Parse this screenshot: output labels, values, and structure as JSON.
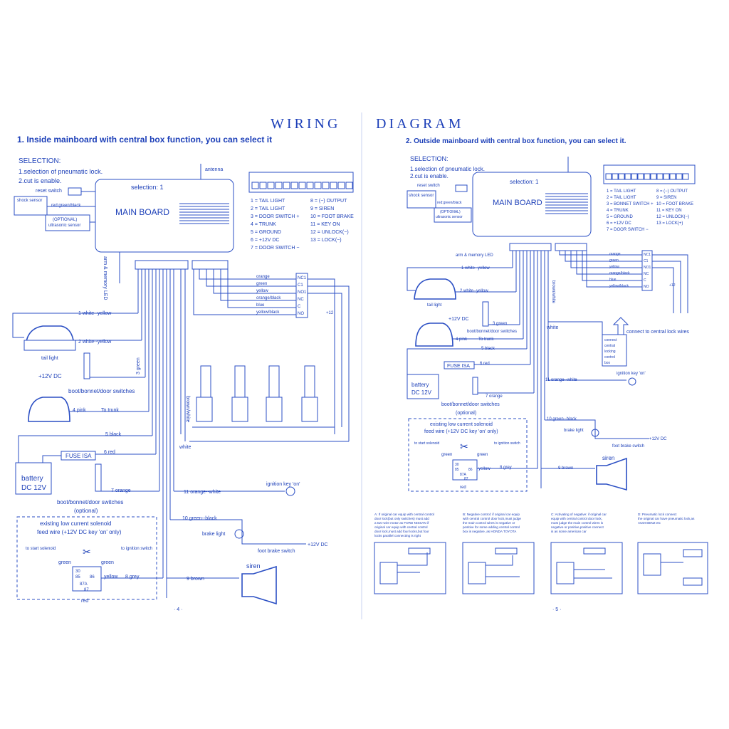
{
  "header": {
    "title_left": "WIRING",
    "title_right": "DIAGRAM"
  },
  "left": {
    "heading": "1. Inside mainboard with central box function, you can select it",
    "selection_title": "SELECTION:",
    "selection_1": "1.selection of pneumatic lock.",
    "selection_2": "2.cut is enable.",
    "reset_switch": "reset switch",
    "shock_sensor": "shock sensor",
    "red_green_black": "red:green/black",
    "optional": "(OPTIONAL)",
    "ultrasonic": "ultrasonic sensor",
    "antenna": "antenna",
    "selection_label": "selection: 1",
    "main_board": "MAIN BOARD",
    "arm_led": "arm & memory LED",
    "pin_legend": [
      "1 = TAIL LIGHT",
      "2 = TAIL LIGHT",
      "3 = DOOR SWITCH +",
      "4 = TRUNK",
      "5 = GROUND",
      "6 = +12V DC",
      "7 = DOOR SWITCH −"
    ],
    "pin_legend_b": [
      "8 = (−) OUTPUT",
      "9 = SIREN",
      "10 = FOOT BRAKE",
      "11 = KEY ON",
      "12 = UNLOCK(−)",
      "13 = LOCK(−)"
    ],
    "relay_wires": [
      "orange",
      "green",
      "yellow",
      "orange/black",
      "blue",
      "yellow/black"
    ],
    "relay_pins": [
      "NC1",
      "C1",
      "NO1",
      "NC",
      "C",
      "NO"
    ],
    "plus12": "+12",
    "w1": "1 white--yellow",
    "w2": "2 white--yellow",
    "tail_light": "tail light",
    "w3": "3 green",
    "plus12vdc": "+12V DC",
    "boot_switches": "boot/bonnet/door switches",
    "w4": "4  pink",
    "to_trunk": "To trunk",
    "w5": "5  black",
    "fuse": "FUSE ISA",
    "w6": "6  red",
    "battery": "battery",
    "battery_dc": "DC 12V",
    "w7": "7  orange",
    "boot_switches2": "boot/bonnet/door switches",
    "optional2": "(optional)",
    "brown_white": "brown/white",
    "white": "white",
    "w11": "11  orange--white",
    "ignition_key": "ignition key 'on'",
    "w10": "10  green--black",
    "brake_light": "brake light",
    "foot_brake": "foot brake switch",
    "plus12vdc2": "+12V DC",
    "solenoid_1": "existing low current solenoid",
    "solenoid_2": "feed wire (+12V DC key 'on' only)",
    "to_start": "to start solenoid",
    "to_ignition": "to ignition switch",
    "green": "green",
    "relay_30": "30",
    "relay_85": "85",
    "relay_86": "86",
    "relay_87a": "87A",
    "relay_87": "87",
    "yellow": "yellow",
    "red": "red",
    "w8": "8  grey",
    "w9": "9  brown",
    "siren": "siren",
    "page": "· 4 ·"
  },
  "right": {
    "heading": "2. Outside mainboard with central box function, you can select it.",
    "selection_title": "SELECTION:",
    "selection_1": "1.selection of pneumatic lock.",
    "selection_2": "2.cut is enable.",
    "reset_switch": "reset switch",
    "shock_sensor": "shock sensor",
    "red_green_black": "red:green/black",
    "optional": "(OPTIONAL)",
    "ultrasonic": "ultrasonic sensor",
    "selection_label": "selection: 1",
    "main_board": "MAIN BOARD",
    "arm_led": "arm & memory LED",
    "pin_legend": [
      "1 = TAIL LIGHT",
      "2 = TAIL LIGHT",
      "3 = BONNET SWITCH +",
      "4 = TRUNK",
      "5 = GROUND",
      "6 = +12V DC",
      "7 = DOOR SWITCH −"
    ],
    "pin_legend_b": [
      "8 = (−) OUTPUT",
      "9 = SIREN",
      "10 = FOOT BRAKE",
      "11 = KEY ON",
      "12 = UNLOCK(−)",
      "13 = LOCK(+)"
    ],
    "relay_wires": [
      "orange",
      "green",
      "yellow",
      "orange/black",
      "blue",
      "yellow/black"
    ],
    "relay_pins": [
      "NC1",
      "C1",
      "NO1",
      "NC",
      "C",
      "NO"
    ],
    "plus12": "+12",
    "w1": "1  white--yellow",
    "w2": "2  white--yellow",
    "tail_light": "tail light",
    "brown_white": "brown/white",
    "plus12vdc": "+12V DC",
    "w3": "3  green",
    "boot_switches": "boot/bonnet/door switches",
    "w4": "4  pink",
    "to_trunk": "To trunk",
    "white": "white",
    "connect_central": "connect to central lock wires",
    "central_box": [
      "connect",
      "central",
      "locking",
      "control",
      "box"
    ],
    "w5": "5  black",
    "fuse": "FUSE ISA",
    "w6": "6  red",
    "battery": "battery",
    "battery_dc": "DC 12V",
    "w11": "11  orange--white",
    "ignition_key": "ignition key 'on'",
    "w7": "7  orange",
    "boot_switches2": "boot/bonnet/door switches",
    "optional2": "(optional)",
    "w10": "10  green--black",
    "brake_light": "brake light",
    "foot_brake": "foot brake switch",
    "plus12vdc2": "+12V DC",
    "solenoid_1": "existing low current solenoid",
    "solenoid_2": "feed wire (+12V DC key 'on' only)",
    "to_start": "to start solenoid",
    "to_ignition": "to ignition switch",
    "green": "green",
    "relay_30": "30",
    "relay_85": "85",
    "relay_86": "86",
    "relay_87a": "87A",
    "relay_87": "87",
    "yellow": "yellow",
    "red": "red",
    "w8": "8  grey",
    "w9": "9  brown",
    "siren": "siren",
    "notes": [
      [
        "A: If original car equip with central control",
        "door lock(but only switches) must add",
        "a two-wire motor as FORD NISSAN if",
        "original car equip with central control",
        "door lock,must add four locks,but four",
        "locks parallel connecting is right"
      ],
      [
        "B: Negative control: if original car equip",
        "with central control door lock,must judge",
        "the main control wires is negative or",
        "positive for some adding central control",
        "box is negative, as HONDA TOYOTA"
      ],
      [
        "C: Activating of negative: if original car",
        "equip with central control door lock,",
        "must judge the main control wires is",
        "negative or positive,positive connect",
        "is as some american car"
      ],
      [
        "D: Pneumatic lock connect",
        "the original car have pneumatic lock,as",
        "AUDI BENZ etc"
      ]
    ],
    "page": "· 5 ·"
  },
  "colors": {
    "ink": "#1c3fb8",
    "line": "#2b4fc4",
    "paper": "#ffffff"
  }
}
